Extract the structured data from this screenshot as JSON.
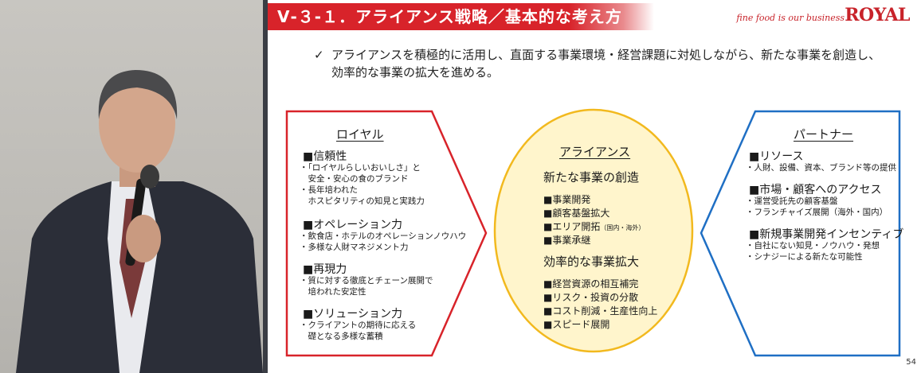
{
  "slide": {
    "title": "Ⅴ-３-１．アライアンス戦略／基本的な考え方",
    "tagline": "fine food is our business",
    "logo": "ROYAL",
    "check_mark": "✓",
    "bullet_line1": "アライアンスを積極的に活用し、直面する事業環境・経営課題に対処しながら、新たな事業を創造し、",
    "bullet_line2": "効率的な事業の拡大を進める。",
    "page_number": "54"
  },
  "left": {
    "heading": "ロイヤル",
    "items": [
      {
        "title": "■信頼性",
        "lines": [
          "・「ロイヤルらしいおいしさ」と",
          "　安全・安心の食のブランド",
          "・長年培われた",
          "　ホスピタリティの知見と実践力"
        ]
      },
      {
        "title": "■オペレーション力",
        "lines": [
          "・飲食店・ホテルのオペレーションノウハウ",
          "・多様な人財マネジメント力"
        ]
      },
      {
        "title": "■再現力",
        "lines": [
          "・質に対する徹底とチェーン展開で",
          "　培われた安定性"
        ]
      },
      {
        "title": "■ソリューション力",
        "lines": [
          "・クライアントの期待に応える",
          "　礎となる多様な蓄積"
        ]
      }
    ]
  },
  "center": {
    "heading": "アライアンス",
    "sub1": "新たな事業の創造",
    "list1": [
      "■事業開発",
      "■顧客基盤拡大",
      "■エリア開拓",
      "■事業承継"
    ],
    "list1_note": "（国内・海外）",
    "sub2": "効率的な事業拡大",
    "list2": [
      "■経営資源の相互補完",
      "■リスク・投資の分散",
      "■コスト削減・生産性向上",
      "■スピード展開"
    ]
  },
  "right": {
    "heading": "パートナー",
    "items": [
      {
        "title": "■リソース",
        "lines": [
          "・人財、設備、資本、ブランド等の提供"
        ]
      },
      {
        "title": "■市場・顧客へのアクセス",
        "lines": [
          "・運営受託先の顧客基盤",
          "・フランチャイズ展開（海外・国内）"
        ]
      },
      {
        "title": "■新規事業開発インセンティブ",
        "lines": [
          "・自社にない知見・ノウハウ・発想",
          "・シナジーによる新たな可能性"
        ]
      }
    ]
  },
  "colors": {
    "accent_red": "#d8232a",
    "partner_blue": "#1f6fc4",
    "center_yellow": "#f2b91e",
    "center_fill": "#fff5cc"
  }
}
